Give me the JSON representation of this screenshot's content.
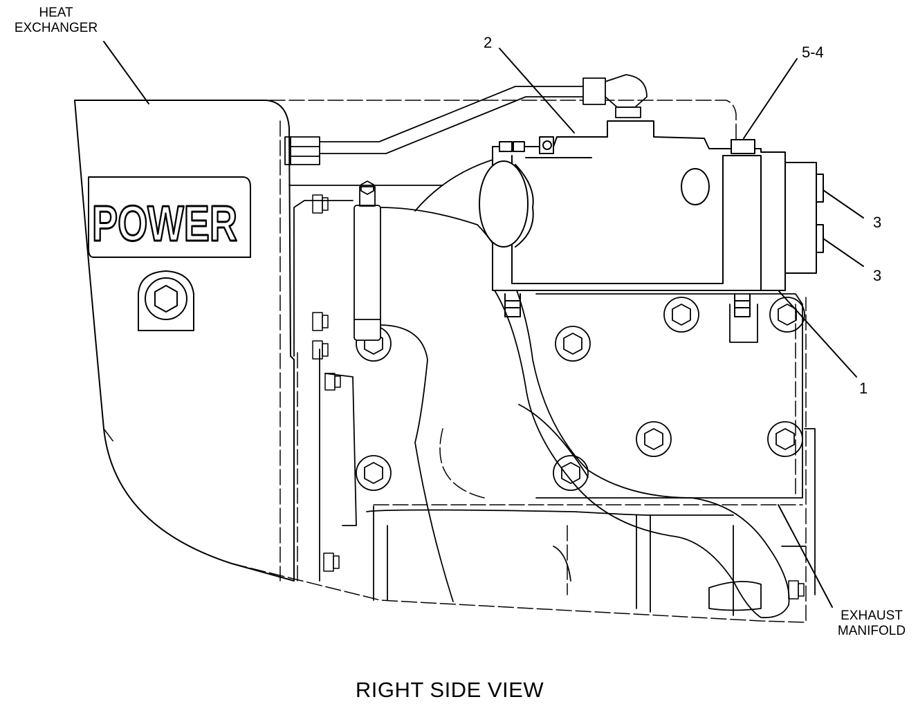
{
  "labels": {
    "heat_exchanger_line1": "HEAT",
    "heat_exchanger_line2": "EXCHANGER",
    "exhaust_manifold_line1": "EXHAUST",
    "exhaust_manifold_line2": "MANIFOLD",
    "logo_text": "POWER"
  },
  "callouts": {
    "c2": "2",
    "c54": "5-4",
    "c3a": "3",
    "c3b": "3",
    "c1": "1"
  },
  "caption": "RIGHT SIDE VIEW"
}
